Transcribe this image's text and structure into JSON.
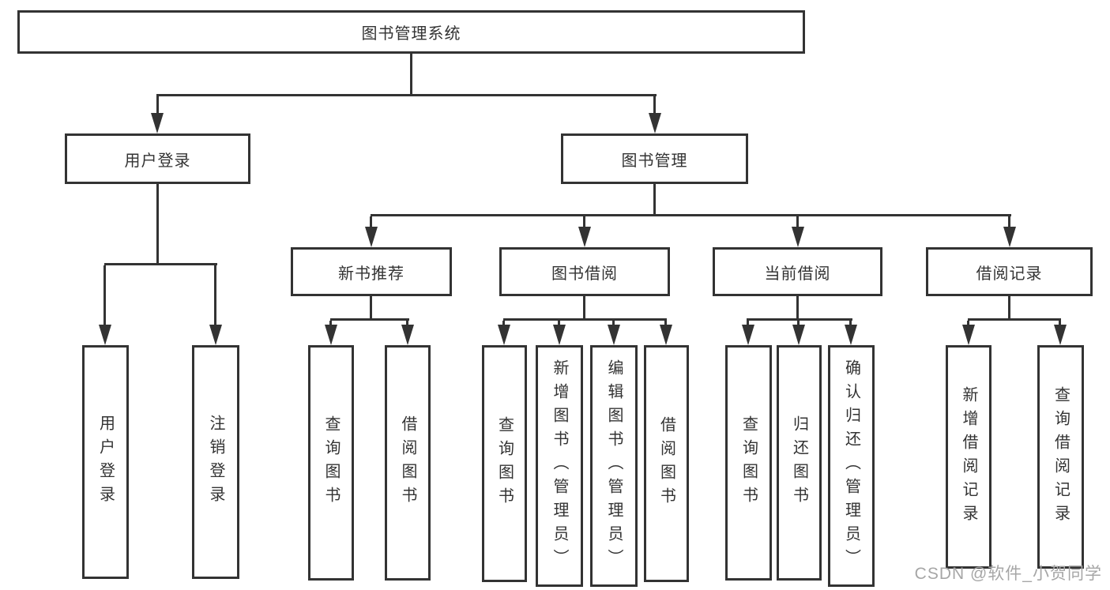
{
  "colors": {
    "line": "#333333",
    "box_border": "#333333",
    "box_fill": "#ffffff",
    "text": "#333333",
    "watermark_text": "#a6a6a6",
    "background": "#ffffff"
  },
  "watermark": {
    "text": "CSDN @软件_小贺同学"
  },
  "tree": {
    "label": "图书管理系统",
    "children": [
      {
        "label": "用户登录",
        "children": [
          {
            "label": "用户登录"
          },
          {
            "label": "注销登录"
          }
        ]
      },
      {
        "label": "图书管理",
        "children": [
          {
            "label": "新书推荐",
            "children": [
              {
                "label": "查询图书"
              },
              {
                "label": "借阅图书"
              }
            ]
          },
          {
            "label": "图书借阅",
            "children": [
              {
                "label": "查询图书"
              },
              {
                "label": "新增图书（管理员）"
              },
              {
                "label": "编辑图书（管理员）"
              },
              {
                "label": "借阅图书"
              }
            ]
          },
          {
            "label": "当前借阅",
            "children": [
              {
                "label": "查询图书"
              },
              {
                "label": "归还图书"
              },
              {
                "label": "确认归还（管理员）"
              }
            ]
          },
          {
            "label": "借阅记录",
            "children": [
              {
                "label": "新增借阅记录"
              },
              {
                "label": "查询借阅记录"
              }
            ]
          }
        ]
      }
    ]
  }
}
